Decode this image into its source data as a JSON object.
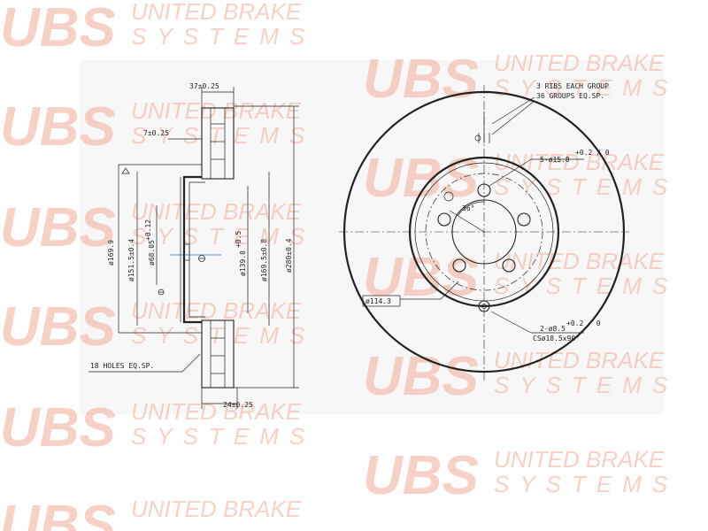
{
  "watermark": {
    "logo": "UBS",
    "line1": "UNITED BRAKE",
    "line2": "SYSTEMS",
    "color": "#f3b8a6"
  },
  "side_view": {
    "total_width": "37±0.25",
    "hat_step": "7±0.25",
    "bottom_width": "24±0.25",
    "holes_note": "18 HOLES EQ.SP.",
    "d_169_9": "ø169.9",
    "d_151_5": "ø151.5±0.4",
    "d_68_05": "ø68.05",
    "d_68_tol": "+0.12",
    "d_139_8": "ø139.8",
    "d_139_tol": "+0.5",
    "d_169_5": "ø169.5±0.8",
    "d_280": "ø280±0.4"
  },
  "face_view": {
    "ribs_note_1": "3 RIBS EACH GROUP",
    "ribs_note_2": "36 GROUPS EQ.SP.",
    "bolt_holes": "5-ø15.8",
    "bolt_holes_tol": "+0.2 / 0",
    "angle": "36°",
    "pcd": "ø114.3",
    "small_holes": "2-ø8.5",
    "small_holes_tol": "+0.2 / 0",
    "countersink": "CSø18.5x90°"
  },
  "colors": {
    "line": "#222222",
    "centerline": "#1a6bd6",
    "background_panel": "#f7f7f7"
  }
}
